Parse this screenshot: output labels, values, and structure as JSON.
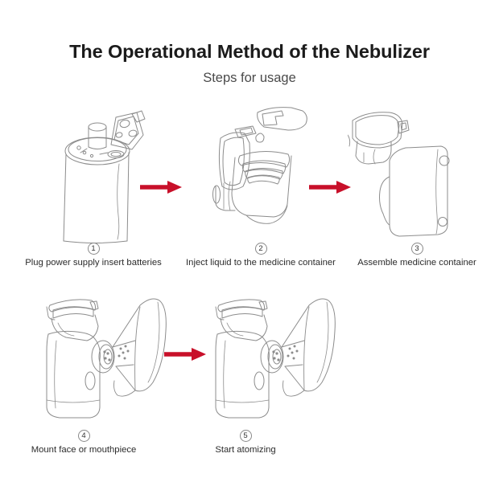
{
  "header": {
    "title": "The Operational Method of the Nebulizer",
    "subtitle": "Steps for usage"
  },
  "colors": {
    "arrow_red": "#c8102a",
    "line_art": "#8c8c8c",
    "title_text": "#1b1b1b",
    "caption_text": "#2b2b2b",
    "background": "#ffffff"
  },
  "steps": [
    {
      "number": "1",
      "caption": "Plug power supply insert batteries",
      "illustration": "nebulizer-body-battery-compartment-open"
    },
    {
      "number": "2",
      "caption": "Inject liquid to the medicine container",
      "illustration": "medicine-container-open-lid-with-dropper"
    },
    {
      "number": "3",
      "caption": "Assemble medicine container",
      "illustration": "medicine-container-above-handheld-body"
    },
    {
      "number": "4",
      "caption": "Mount face or mouthpiece",
      "illustration": "assembled-nebulizer-with-face-mask"
    },
    {
      "number": "5",
      "caption": "Start atomizing",
      "illustration": "assembled-nebulizer-atomizing-mist"
    }
  ],
  "arrows": [
    {
      "name": "arrow-step-1-to-2"
    },
    {
      "name": "arrow-step-2-to-3"
    },
    {
      "name": "arrow-step-4-to-5"
    }
  ]
}
